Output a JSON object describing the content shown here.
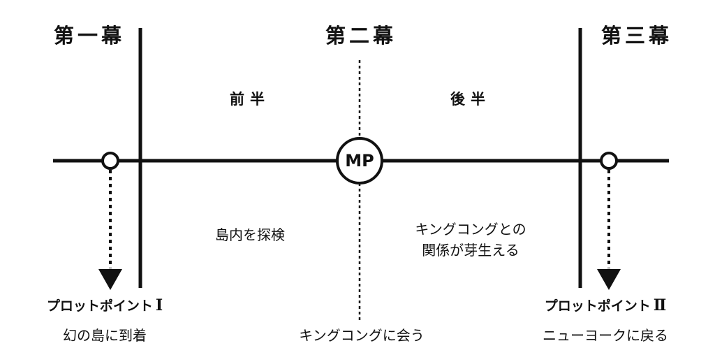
{
  "acts": {
    "act1": "第一幕",
    "act2": "第二幕",
    "act3": "第三幕"
  },
  "halves": {
    "first": "前半",
    "second": "後半"
  },
  "midpoint": {
    "label": "MP",
    "caption": "キングコングに会う"
  },
  "plot_point_1": {
    "title": "プロットポイント",
    "numeral": "Ⅰ",
    "caption": "幻の島に到着"
  },
  "plot_point_2": {
    "title": "プロットポイント",
    "numeral": "Ⅱ",
    "caption": "ニューヨークに戻る"
  },
  "events": {
    "first_half": "島内を探検",
    "second_half_line1": "キングコングとの",
    "second_half_line2": "関係が芽生える"
  },
  "colors": {
    "ink": "#111111",
    "background": "#ffffff"
  }
}
